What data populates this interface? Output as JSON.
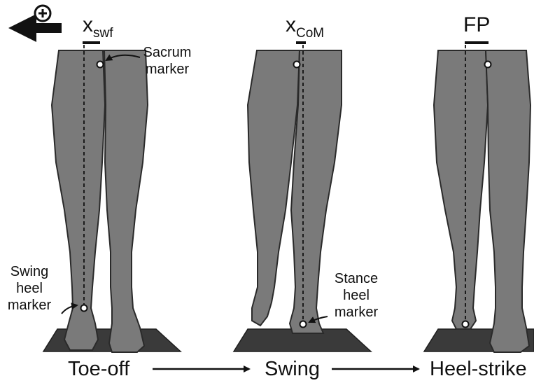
{
  "labels": {
    "x_swf_main": "x",
    "x_swf_sub": "swf",
    "x_com_main": "x",
    "x_com_sub": "CoM",
    "fp": "FP",
    "sacrum_line1": "Sacrum",
    "sacrum_line2": "marker",
    "swing_line1": "Swing",
    "swing_line2": "heel",
    "swing_line3": "marker",
    "stance_line1": "Stance",
    "stance_line2": "heel",
    "stance_line3": "marker"
  },
  "phases": [
    "Toe-off",
    "Swing",
    "Heel-strike"
  ],
  "icons": {
    "direction": "left-arrow-with-plus-circle"
  },
  "colors": {
    "legs": "#7a7a7a",
    "legs_outline": "#2a2a2a",
    "platform": "#3a3a3a",
    "text": "#111111"
  }
}
